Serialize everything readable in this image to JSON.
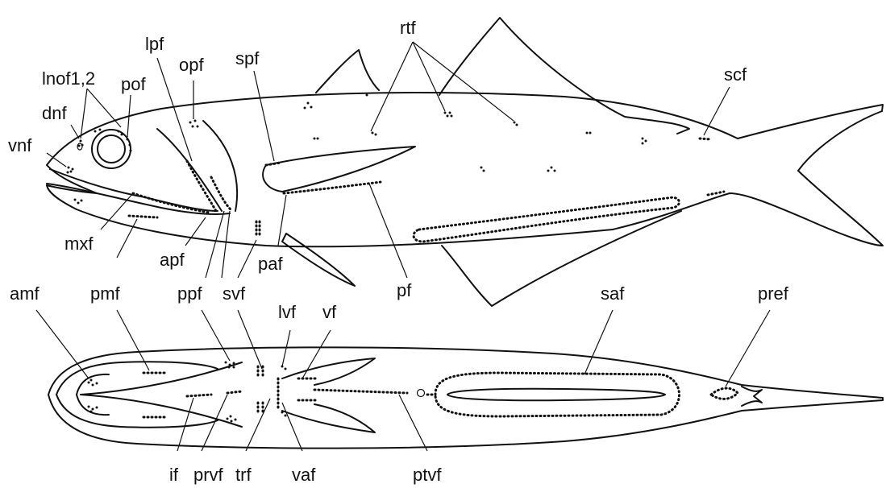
{
  "labels": {
    "lnof": "lnof1,2",
    "dnf": "dnf",
    "vnf": "vnf",
    "pof": "pof",
    "lpf": "lpf",
    "opf": "opf",
    "spf": "spf",
    "rtf": "rtf",
    "scf": "scf",
    "mxf": "mxf",
    "apf": "apf",
    "paf": "paf",
    "pf": "pf",
    "amf": "amf",
    "pmf": "pmf",
    "ppf": "ppf",
    "svf": "svf",
    "lvf": "lvf",
    "vf": "vf",
    "saf": "saf",
    "pref": "pref",
    "if": "if",
    "prvf": "prvf",
    "trf": "trf",
    "vaf": "vaf",
    "ptvf": "ptvf"
  }
}
